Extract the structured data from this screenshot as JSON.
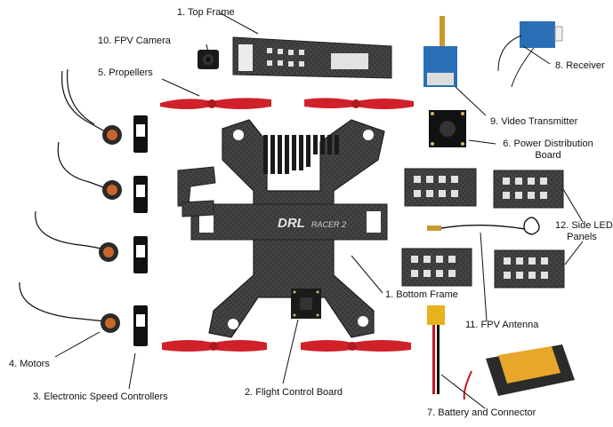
{
  "labels": {
    "top_frame": "1. Top Frame",
    "bottom_frame": "1. Bottom Frame",
    "flight_control_board": "2. Flight Control Board",
    "esc": "3. Electronic Speed Controllers",
    "motors": "4. Motors",
    "propellers": "5. Propellers",
    "pdb_line1": "6. Power Distribution",
    "pdb_line2": "Board",
    "battery": "7. Battery and Connector",
    "receiver": "8. Receiver",
    "video_tx": "9. Video Transmitter",
    "fpv_camera": "10. FPV Camera",
    "fpv_antenna": "11. FPV Antenna",
    "side_led_line1": "12. Side LED",
    "side_led_line2": "Panels"
  },
  "frame_logo": {
    "brand": "DRL",
    "model": "RACER 2"
  },
  "colors": {
    "carbon": "#3a3a3a",
    "carbon_dark": "#222222",
    "propeller": "#d0202a",
    "pcb_blue": "#2a6fb5",
    "battery_yellow": "#e8a62a",
    "wire_red": "#c8141c",
    "line": "#111111"
  }
}
